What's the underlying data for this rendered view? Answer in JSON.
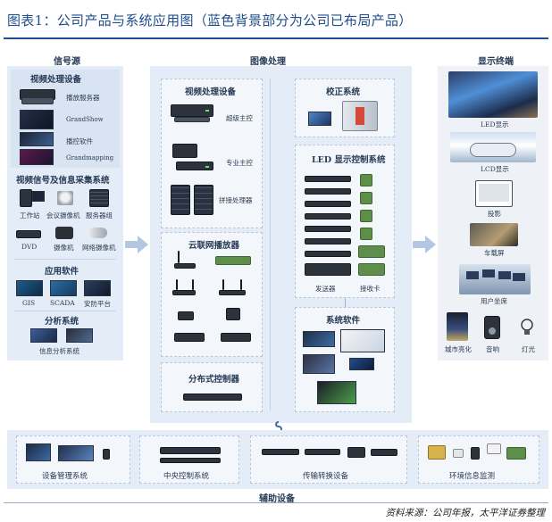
{
  "title": "图表1：公司产品与系统应用图（蓝色背景部分为公司已布局产品）",
  "columns": {
    "signal_source": "信号源",
    "image_processing": "图像处理",
    "display_terminal": "显示终端"
  },
  "signal_source": {
    "video_processing": {
      "title": "视频处理设备",
      "items": [
        "播放服务器",
        "GrandShow",
        "播控软件",
        "Grandmapping"
      ]
    },
    "collection": {
      "title": "视频信号及信息采集系统",
      "row1": [
        "工作站",
        "会议摄像机",
        "服务器组"
      ],
      "row2": [
        "DVD",
        "摄像机",
        "网络摄像机"
      ]
    },
    "software": {
      "title": "应用软件",
      "items": [
        "GIS",
        "SCADA",
        "安防平台"
      ]
    },
    "analysis": {
      "title": "分析系统",
      "items": [
        "信息分析系统"
      ]
    }
  },
  "image_processing": {
    "video_devices": {
      "title": "视频处理设备",
      "items": [
        "超级主控",
        "专业主控",
        "拼接处理器"
      ]
    },
    "cloud_player": {
      "title": "云联网播放器"
    },
    "distributed": {
      "title": "分布式控制器"
    },
    "calibration": {
      "title": "校正系统"
    },
    "led_control": {
      "title": "LED 显示控制系统",
      "items": [
        "发送器",
        "接收卡"
      ]
    },
    "system_software": {
      "title": "系统软件"
    }
  },
  "display_terminal": {
    "items": [
      "LED显示",
      "LCD显示",
      "投影",
      "车载屏",
      "用户坐席"
    ],
    "small_items": [
      "城市亮化",
      "音响",
      "灯光"
    ]
  },
  "auxiliary": {
    "title": "辅助设备",
    "items": [
      "设备管理系统",
      "中央控制系统",
      "传输转换设备",
      "环境信息监测"
    ]
  },
  "footer": "资料来源：公司年报，太平洋证券整理",
  "colors": {
    "title_blue": "#1f4e8c",
    "panel_blue": "#e3ecf7",
    "arrow_blue": "#b3c6e2"
  }
}
